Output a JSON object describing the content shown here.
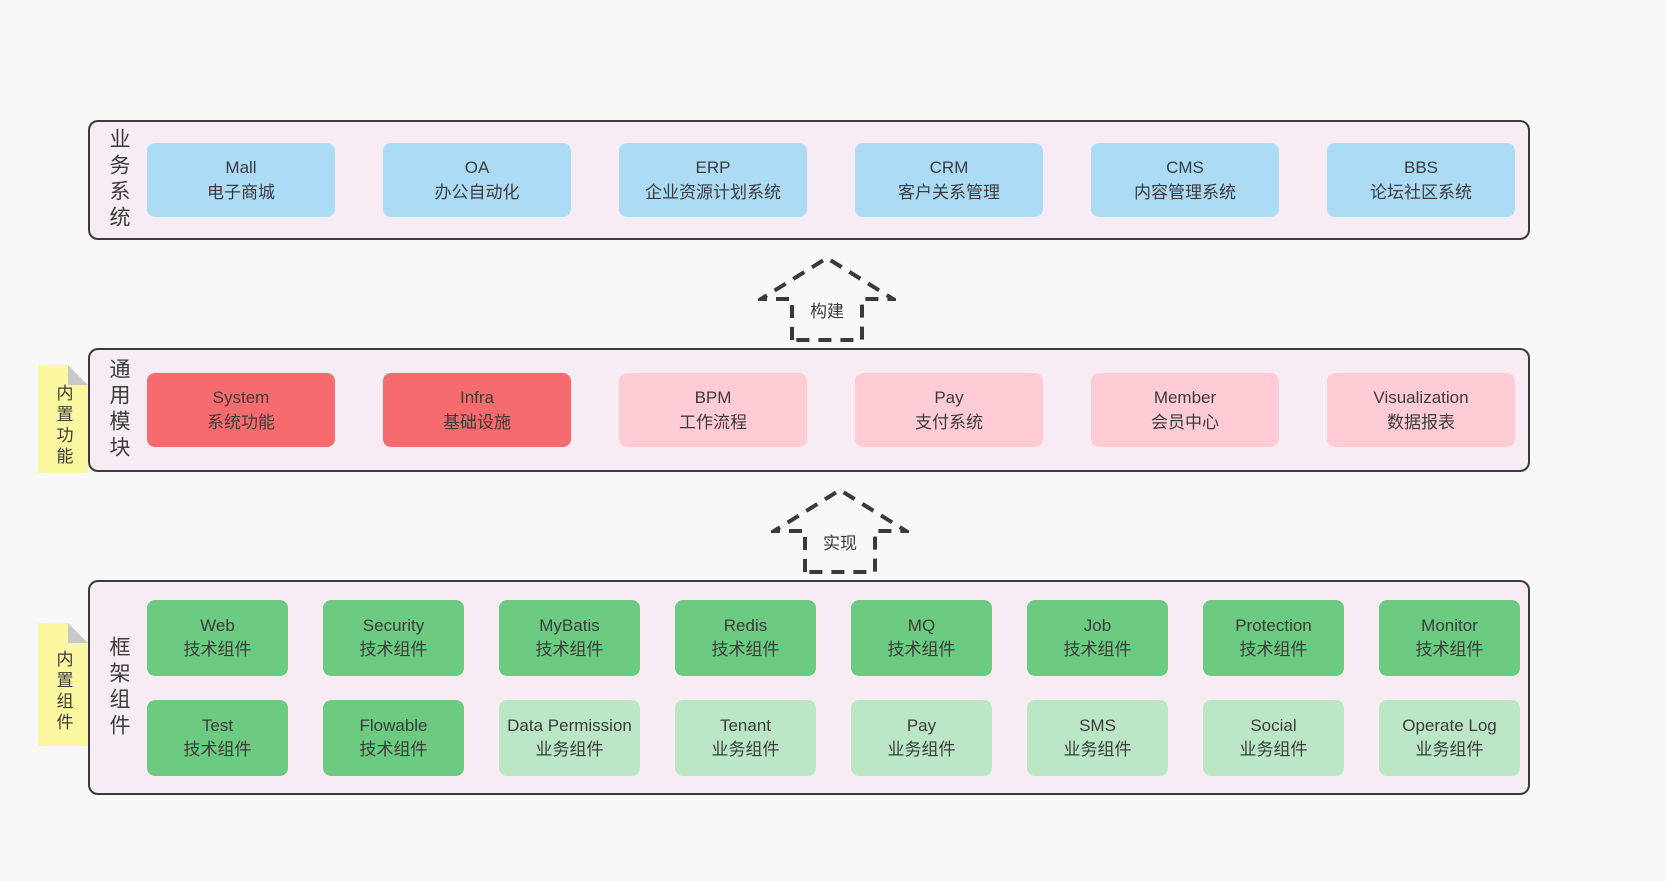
{
  "colors": {
    "page_bg": "#f9f8f8",
    "panel_bg": "#f8ecf4",
    "panel_border": "#3a3a3a",
    "blue": "#abdbf5",
    "red": "#f56b6e",
    "pink": "#ffccd6",
    "green_dark": "#6cca81",
    "green_light": "#bce7c7",
    "yellow_note": "#fbf8a1",
    "fold_gray": "#c9c9c9",
    "text": "#3b3b3b"
  },
  "arrows": {
    "build": "构建",
    "implement": "实现"
  },
  "panels": {
    "business": {
      "side_label": "业务系统",
      "boxes": [
        {
          "title": "Mall",
          "subtitle": "电子商城"
        },
        {
          "title": "OA",
          "subtitle": "办公自动化"
        },
        {
          "title": "ERP",
          "subtitle": "企业资源计划系统"
        },
        {
          "title": "CRM",
          "subtitle": "客户关系管理"
        },
        {
          "title": "CMS",
          "subtitle": "内容管理系统"
        },
        {
          "title": "BBS",
          "subtitle": "论坛社区系统"
        }
      ]
    },
    "modules": {
      "side_label": "通用模块",
      "note": "内置功能",
      "boxes": [
        {
          "title": "System",
          "subtitle": "系统功能",
          "variant": "red"
        },
        {
          "title": "Infra",
          "subtitle": "基础设施",
          "variant": "red"
        },
        {
          "title": "BPM",
          "subtitle": "工作流程",
          "variant": "pink"
        },
        {
          "title": "Pay",
          "subtitle": "支付系统",
          "variant": "pink"
        },
        {
          "title": "Member",
          "subtitle": "会员中心",
          "variant": "pink"
        },
        {
          "title": "Visualization",
          "subtitle": "数据报表",
          "variant": "pink"
        }
      ]
    },
    "framework": {
      "side_label": "框架组件",
      "note": "内置组件",
      "boxes": [
        {
          "title": "Web",
          "subtitle": "技术组件",
          "variant": "green-dark"
        },
        {
          "title": "Security",
          "subtitle": "技术组件",
          "variant": "green-dark"
        },
        {
          "title": "MyBatis",
          "subtitle": "技术组件",
          "variant": "green-dark"
        },
        {
          "title": "Redis",
          "subtitle": "技术组件",
          "variant": "green-dark"
        },
        {
          "title": "MQ",
          "subtitle": "技术组件",
          "variant": "green-dark"
        },
        {
          "title": "Job",
          "subtitle": "技术组件",
          "variant": "green-dark"
        },
        {
          "title": "Protection",
          "subtitle": "技术组件",
          "variant": "green-dark"
        },
        {
          "title": "Monitor",
          "subtitle": "技术组件",
          "variant": "green-dark"
        },
        {
          "title": "Test",
          "subtitle": "技术组件",
          "variant": "green-dark"
        },
        {
          "title": "Flowable",
          "subtitle": "技术组件",
          "variant": "green-dark"
        },
        {
          "title": "Data Permission",
          "subtitle": "业务组件",
          "variant": "green-light"
        },
        {
          "title": "Tenant",
          "subtitle": "业务组件",
          "variant": "green-light"
        },
        {
          "title": "Pay",
          "subtitle": "业务组件",
          "variant": "green-light"
        },
        {
          "title": "SMS",
          "subtitle": "业务组件",
          "variant": "green-light"
        },
        {
          "title": "Social",
          "subtitle": "业务组件",
          "variant": "green-light"
        },
        {
          "title": "Operate Log",
          "subtitle": "业务组件",
          "variant": "green-light"
        }
      ]
    }
  }
}
